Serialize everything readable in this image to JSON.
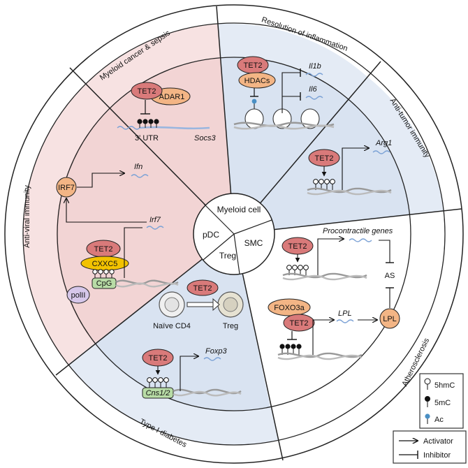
{
  "sections": {
    "myeloid_cancer": "Myeloid cancer & sepsis",
    "resolution": "Resolution of inflammation",
    "anti_tumor": "Anti-tumor immunity",
    "atherosclerosis": "Atherosclerosis",
    "type1_diabetes": "Type I diabetes",
    "anti_viral": "Anti-viral immunity"
  },
  "hub": {
    "myeloid": "Myeloid cell",
    "pdc": "pDC",
    "smc": "SMC",
    "treg": "Treg"
  },
  "myeloid_cancer": {
    "tet2": "TET2",
    "adar1": "ADAR1",
    "utr": "3' UTR",
    "gene": "Socs3"
  },
  "resolution": {
    "tet2": "TET2",
    "hdacs": "HDACs",
    "gene1": "Il1b",
    "gene2": "Il6"
  },
  "anti_tumor": {
    "tet2": "TET2",
    "gene": "Arg1"
  },
  "atherosclerosis": {
    "tet2_a": "TET2",
    "procontractile": "Procontractile genes",
    "as": "AS",
    "foxo3a": "FOXO3a",
    "tet2_b": "TET2",
    "lpl_gene": "LPL",
    "lpl_protein": "LPL"
  },
  "type1_diabetes": {
    "tet2_a": "TET2",
    "naive": "Naïve CD4",
    "treg": "Treg",
    "tet2_b": "TET2",
    "foxp3": "Foxp3",
    "cns": "Cns1/2"
  },
  "anti_viral": {
    "irf7_protein": "IRF7",
    "ifn": "Ifn",
    "irf7_gene": "Irf7",
    "tet2": "TET2",
    "cxxc5": "CXXC5",
    "cpg": "CpG",
    "pol": "polII"
  },
  "legend": {
    "hmc": "5hmC",
    "mc": "5mC",
    "ac": "Ac",
    "activator": "Activator",
    "inhibitor": "Inhibitor"
  },
  "colors": {
    "pink_sector": "#f6dede",
    "blue_sector": "#dde6f3",
    "tet2_fill": "#d97a7a",
    "adar1_fill": "#f4b88a",
    "cxxc5_fill": "#f2c200",
    "cpg_fill": "#b8dca6",
    "pol_fill": "#d6c7ea",
    "dna_wave": "#7da3d6",
    "ac_dot": "#4a8fc4"
  }
}
